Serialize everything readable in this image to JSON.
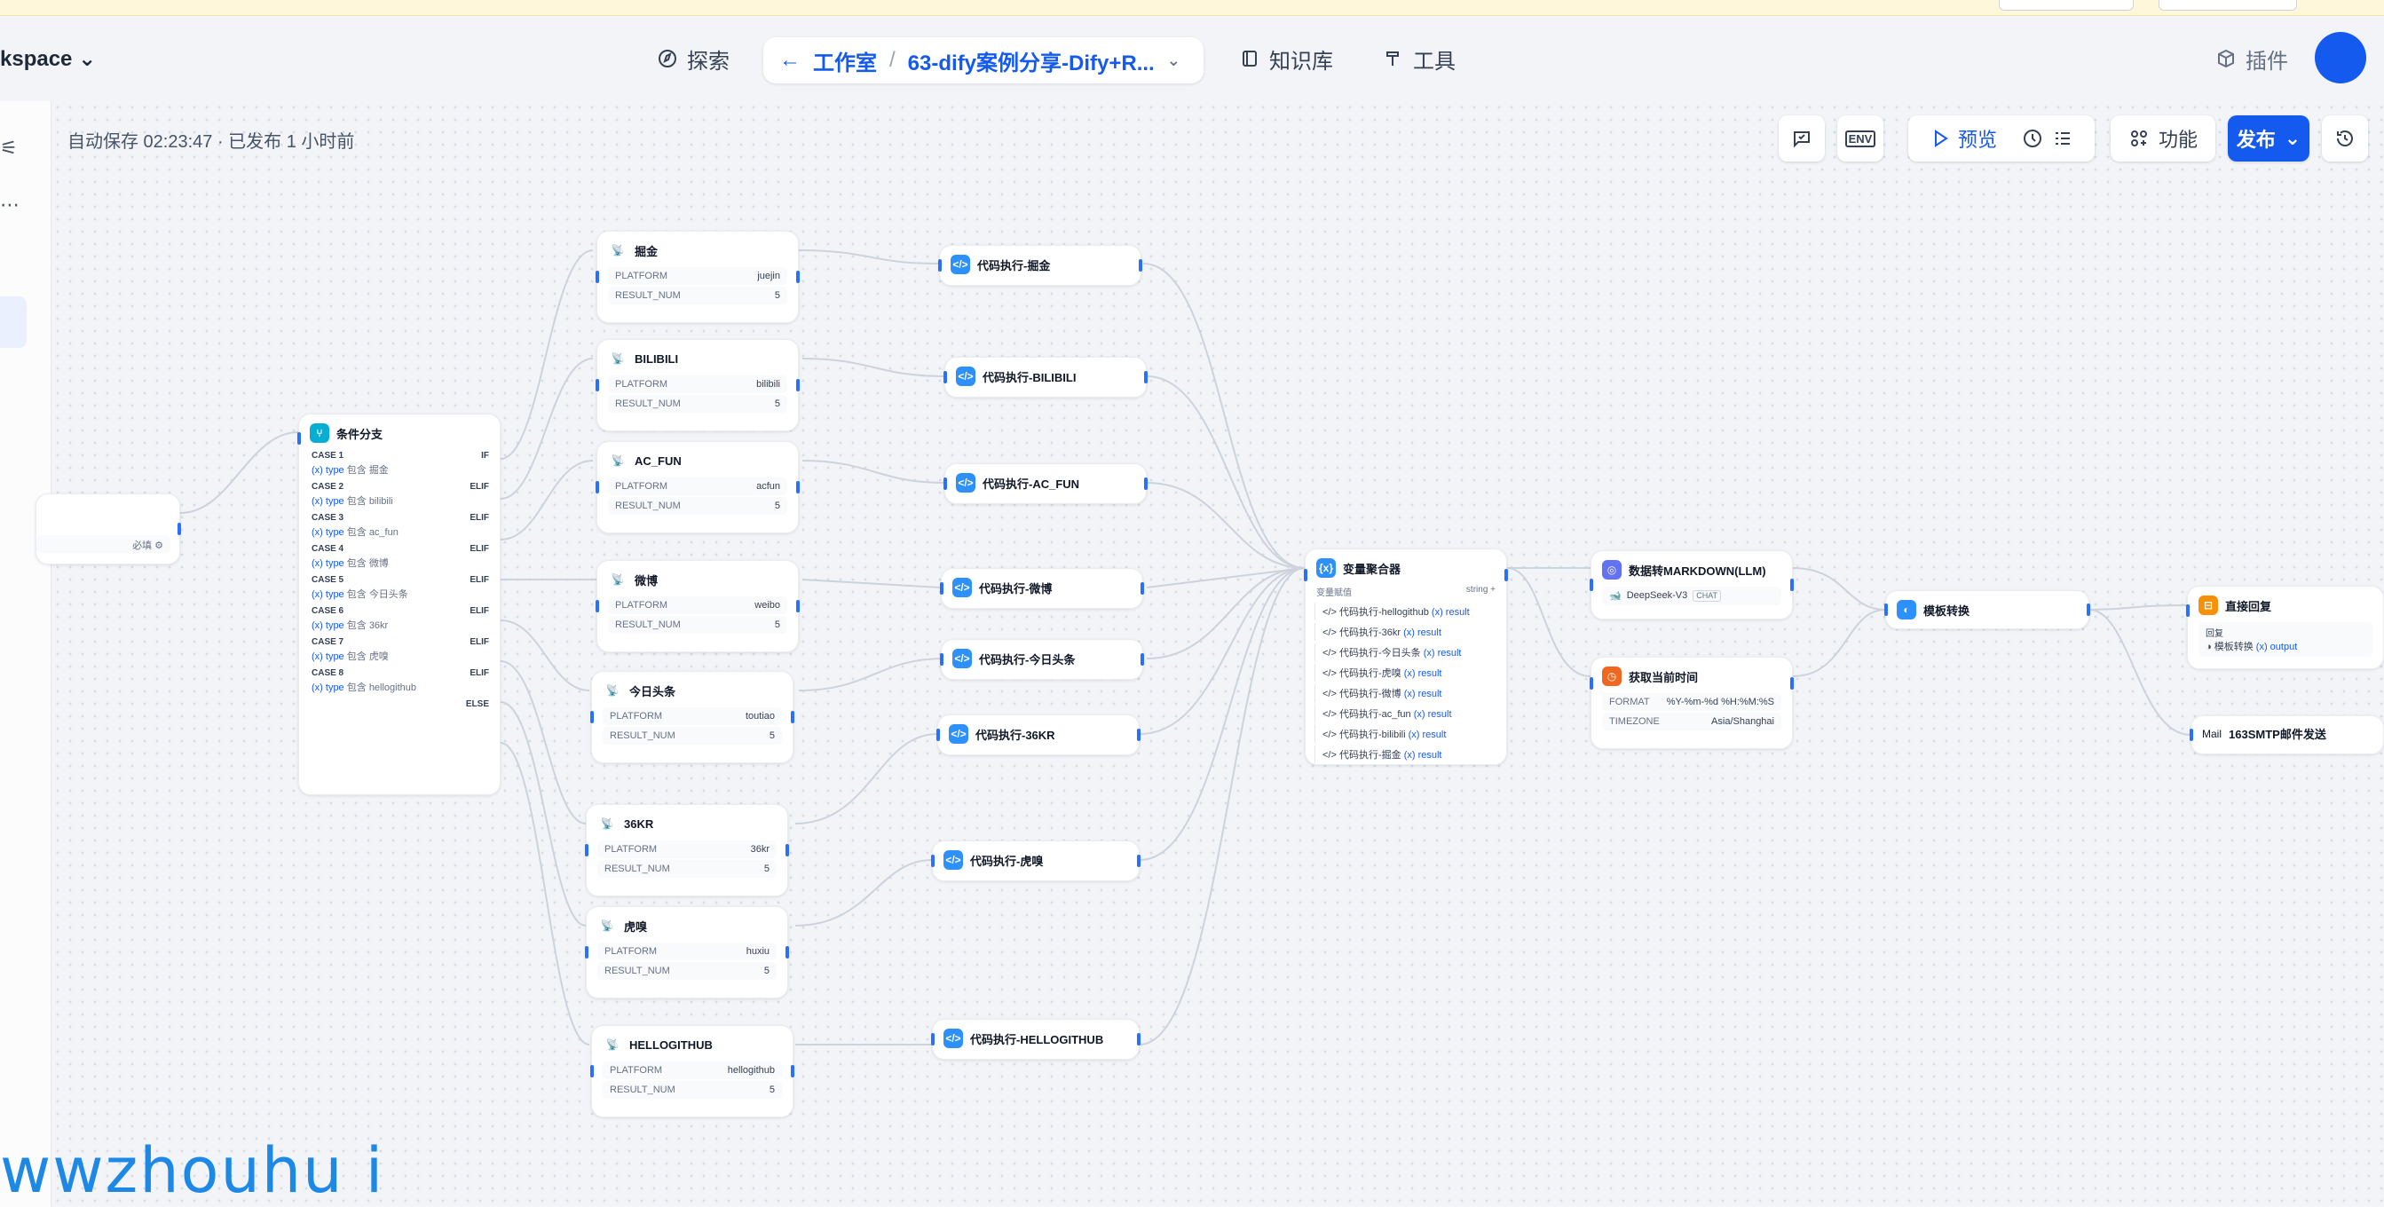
{
  "header": {
    "workspace": "kspace",
    "nav_explore": "探索",
    "nav_studio": "工作室",
    "workflow_name": "63-dify案例分享-Dify+R...",
    "nav_knowledge": "知识库",
    "nav_tools": "工具",
    "plugins": "插件"
  },
  "toolbar": {
    "autosave": "自动保存 02:23:47 · 已发布 1 小时前",
    "env": "ENV",
    "preview": "预览",
    "features": "功能",
    "publish": "发布"
  },
  "rss_nodes": [
    {
      "title": "掘金",
      "platform": "juejin",
      "num": "5"
    },
    {
      "title": "BILIBILI",
      "platform": "bilibili",
      "num": "5"
    },
    {
      "title": "AC_FUN",
      "platform": "acfun",
      "num": "5"
    },
    {
      "title": "微博",
      "platform": "weibo",
      "num": "5"
    },
    {
      "title": "今日头条",
      "platform": "toutiao",
      "num": "5"
    },
    {
      "title": "36KR",
      "platform": "36kr",
      "num": "5"
    },
    {
      "title": "虎嗅",
      "platform": "huxiu",
      "num": "5"
    },
    {
      "title": "HELLOGITHUB",
      "platform": "hellogithub",
      "num": "5"
    }
  ],
  "labels": {
    "platform": "PLATFORM",
    "result_num": "RESULT_NUM",
    "format": "FORMAT",
    "timezone": "TIMEZONE"
  },
  "code_nodes": [
    "代码执行-掘金",
    "代码执行-BILIBILI",
    "代码执行-AC_FUN",
    "代码执行-微博",
    "代码执行-今日头条",
    "代码执行-36KR",
    "代码执行-虎嗅",
    "代码执行-HELLOGITHUB"
  ],
  "branch": {
    "title": "条件分支",
    "cases": [
      {
        "case": "CASE 1",
        "kind": "IF",
        "value": "掘金"
      },
      {
        "case": "CASE 2",
        "kind": "ELIF",
        "value": "bilibili"
      },
      {
        "case": "CASE 3",
        "kind": "ELIF",
        "value": "ac_fun"
      },
      {
        "case": "CASE 4",
        "kind": "ELIF",
        "value": "微博"
      },
      {
        "case": "CASE 5",
        "kind": "ELIF",
        "value": "今日头条"
      },
      {
        "case": "CASE 6",
        "kind": "ELIF",
        "value": "36kr"
      },
      {
        "case": "CASE 7",
        "kind": "ELIF",
        "value": "虎嗅"
      },
      {
        "case": "CASE 8",
        "kind": "ELIF",
        "value": "hellogithub"
      }
    ],
    "var": "(x) type",
    "op": "包含",
    "else": "ELSE"
  },
  "start_partial": {
    "text": "必填"
  },
  "aggregator": {
    "title": "变量聚合器",
    "sub_label": "变量赋值",
    "type": "string",
    "rows": [
      "代码执行-hellogithub",
      "代码执行-36kr",
      "代码执行-今日头条",
      "代码执行-虎嗅",
      "代码执行-微博",
      "代码执行-ac_fun",
      "代码执行-bilibili",
      "代码执行-掘金"
    ],
    "result": "(x) result"
  },
  "llm": {
    "title": "数据转MARKDOWN(LLM)",
    "model": "DeepSeek-V3",
    "badge": "CHAT"
  },
  "time": {
    "title": "获取当前时间",
    "format": "%Y-%m-%d %H:%M:%S",
    "timezone": "Asia/Shanghai"
  },
  "template": {
    "title": "模板转换"
  },
  "reply": {
    "title": "直接回复",
    "label": "回复",
    "src": "模板转换",
    "var": "(x) output"
  },
  "mail": {
    "prefix": "Mail",
    "title": "163SMTP邮件发送"
  },
  "watermark": "wwzhouhu i",
  "colors": {
    "accent": "#155aef",
    "edge": "#cdd3dc"
  }
}
